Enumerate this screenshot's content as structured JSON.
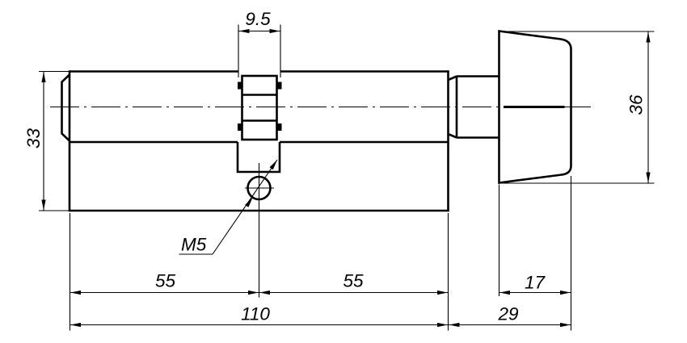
{
  "drawing": {
    "kind": "technical-dimension-drawing",
    "subject": "profile lock cylinder with thumbturn knob, side view",
    "colors": {
      "line": "#000000",
      "background": "#ffffff"
    }
  },
  "dimensions": {
    "cam_slot_width": "9.5",
    "body_height": "33",
    "knob_diameter": "36",
    "length_left_half": "55",
    "length_right_half": "55",
    "length_total": "110",
    "knob_depth": "17",
    "knob_extension_length": "29",
    "thread_callout": "M5"
  }
}
